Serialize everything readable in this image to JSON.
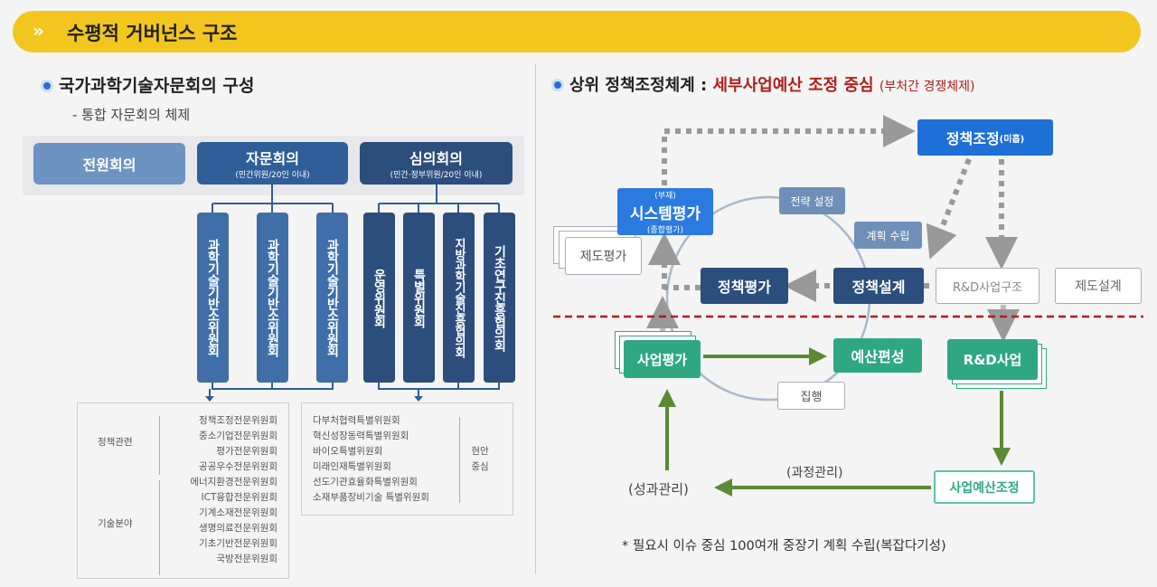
{
  "header": {
    "title": "수평적 거버넌스 구조",
    "icon": "double-chevron-right-icon"
  },
  "left": {
    "title": "국가과학기술자문회의 구성",
    "subtitle": "- 통합 자문회의 체제",
    "top_boxes": [
      {
        "label": "전원회의",
        "sub": ""
      },
      {
        "label": "자문회의",
        "sub": "(민간위원/20인 이내)"
      },
      {
        "label": "심의회의",
        "sub": "(민간·정부위원/20인 이내)"
      }
    ],
    "advisory_subcommittees": [
      "과학기술기반소위원회",
      "과학기술기반소위원회",
      "과학기술기반소위원회"
    ],
    "deliberation_subcommittees": [
      "운영위원회",
      "특별위원회",
      "지방과학기술진흥협의회",
      "기초연구진흥협의회"
    ],
    "expert_committees": {
      "groups": [
        {
          "label": "정책관련",
          "items": [
            "정책조정전문위원회",
            "중소기업전문위원회",
            "평가전문위원회",
            "공공우수전문위원회"
          ]
        },
        {
          "label": "기술분야",
          "items": [
            "에너지환경전문위원회",
            "ICT융합전문위원회",
            "기계소재전문위원회",
            "생명의료전문위원회",
            "기초기반전문위원회",
            "국방전문위원회"
          ]
        }
      ]
    },
    "special_committees": {
      "label": "현안 중심",
      "items": [
        "다부처협력특별위원회",
        "혁신성장동력특별위원회",
        "바이오특별위원회",
        "미래인재특별위원회",
        "선도기관효율화특별위원회",
        "소재부품장비기술 특별위원회"
      ]
    }
  },
  "right": {
    "title_prefix": "상위 정책조정체계 : ",
    "title_highlight": "세부사업예산 조정 중심",
    "title_suffix": "(부처간 경쟁체제)",
    "policy_coord": {
      "label": "정책조정",
      "note": "(미흡)"
    },
    "system_eval": {
      "top": "(부재)",
      "label": "시스템평가",
      "sub": "(종합평가)"
    },
    "institution_eval": "제도평가",
    "strategy": "전략 설정",
    "planning": "계획 수립",
    "policy_design": "정책설계",
    "policy_eval": "정책평가",
    "rnd_structure": "R&D사업구조",
    "institution_design": "제도설계",
    "project_eval": "사업평가",
    "budgeting": "예산편성",
    "execution": "집행",
    "rnd_project": "R&D사업",
    "budget_adjust": "사업예산조정",
    "process_mgmt": "(과정관리)",
    "performance_mgmt": "(성과관리)",
    "footnote": "* 필요시 이슈 중심 100여개 중장기 계획 수립(복잡다기성)"
  },
  "colors": {
    "header": "#f2c61f",
    "blue_dark": "#2b4e7c",
    "blue_mid": "#3f6ea8",
    "blue_light": "#6d93c2",
    "accent_blue": "#1e6fd6",
    "teal": "#2fa882",
    "red": "#b01e1e",
    "green_arrow": "#5a8a32"
  }
}
